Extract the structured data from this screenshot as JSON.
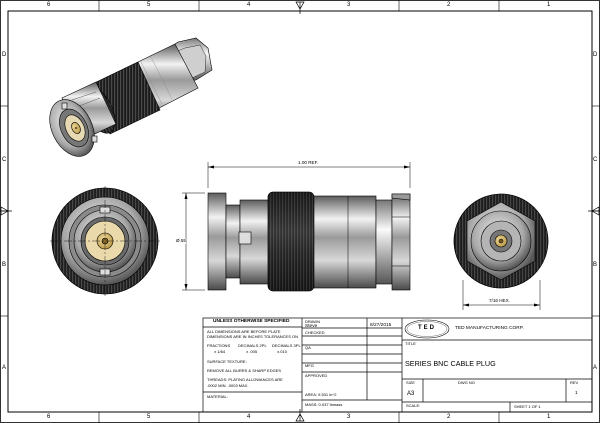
{
  "border": {
    "top_zones": [
      "6",
      "5",
      "4",
      "3",
      "2",
      "1"
    ],
    "bottom_zones": [
      "6",
      "5",
      "4",
      "3",
      "2",
      "1"
    ],
    "left_zones": [
      "D",
      "C",
      "B",
      "A"
    ],
    "right_zones": [
      "D",
      "C",
      "B",
      "A"
    ]
  },
  "dimensions": {
    "length": "1.00 REF.",
    "diameter": "Ø.55",
    "hex": "7/16 HEX."
  },
  "notes": {
    "header": "UNLESS OTHERWISE SPECIFIED",
    "line1": "ALL DIMENSIONS ARE BEFORE PLATE",
    "line2": "DIMENSIONS ARE IN INCHES TOLERANCES ON",
    "fractions_label": "FRACTIONS",
    "fractions_value": "± 1/64",
    "decimals2_label": "DECIMALS 2PL",
    "decimals2_value": "± .005",
    "decimals3_label": "DECIMALS 3PL",
    "decimals3_value": "±.010",
    "surface_texture": "SURFACE TEXTURE:",
    "burrs": "REMOVE ALL BURRS & SHARP EDGES",
    "threads1": "THREADS: PLATING ALLOWANCES ARE",
    "threads2": ".0002 MIN. .0003 MAX.",
    "material": "MATERIAL:"
  },
  "title_block": {
    "drawn_label": "DRAWN",
    "drawn_by": "Steve",
    "drawn_date": "8/27/2015",
    "checked_label": "CHECKED",
    "qa_label": "QA",
    "mfg_label": "MFG",
    "approved_label": "APPROVED",
    "area": "AREA: 9.531 in^2",
    "mass": "MASS: 0.037 lbmass",
    "logo_letters": "TED",
    "company": "TED MANUFACTURING CORP.",
    "title_label": "TITLE",
    "title": "SERIES BNC CABLE PLUG",
    "size_label": "SIZE",
    "size": "A3",
    "dwg_label": "DWG NO",
    "rev_label": "REV",
    "rev": "1",
    "scale_label": "SCALE:",
    "sheet": "SHEET  1  OF  1"
  },
  "colors": {
    "line": "#000000",
    "metal_dark": "#6b6b6b",
    "metal_light": "#e8e8e8",
    "knurl": "#1a1a1a",
    "gold": "#d9b86a"
  }
}
